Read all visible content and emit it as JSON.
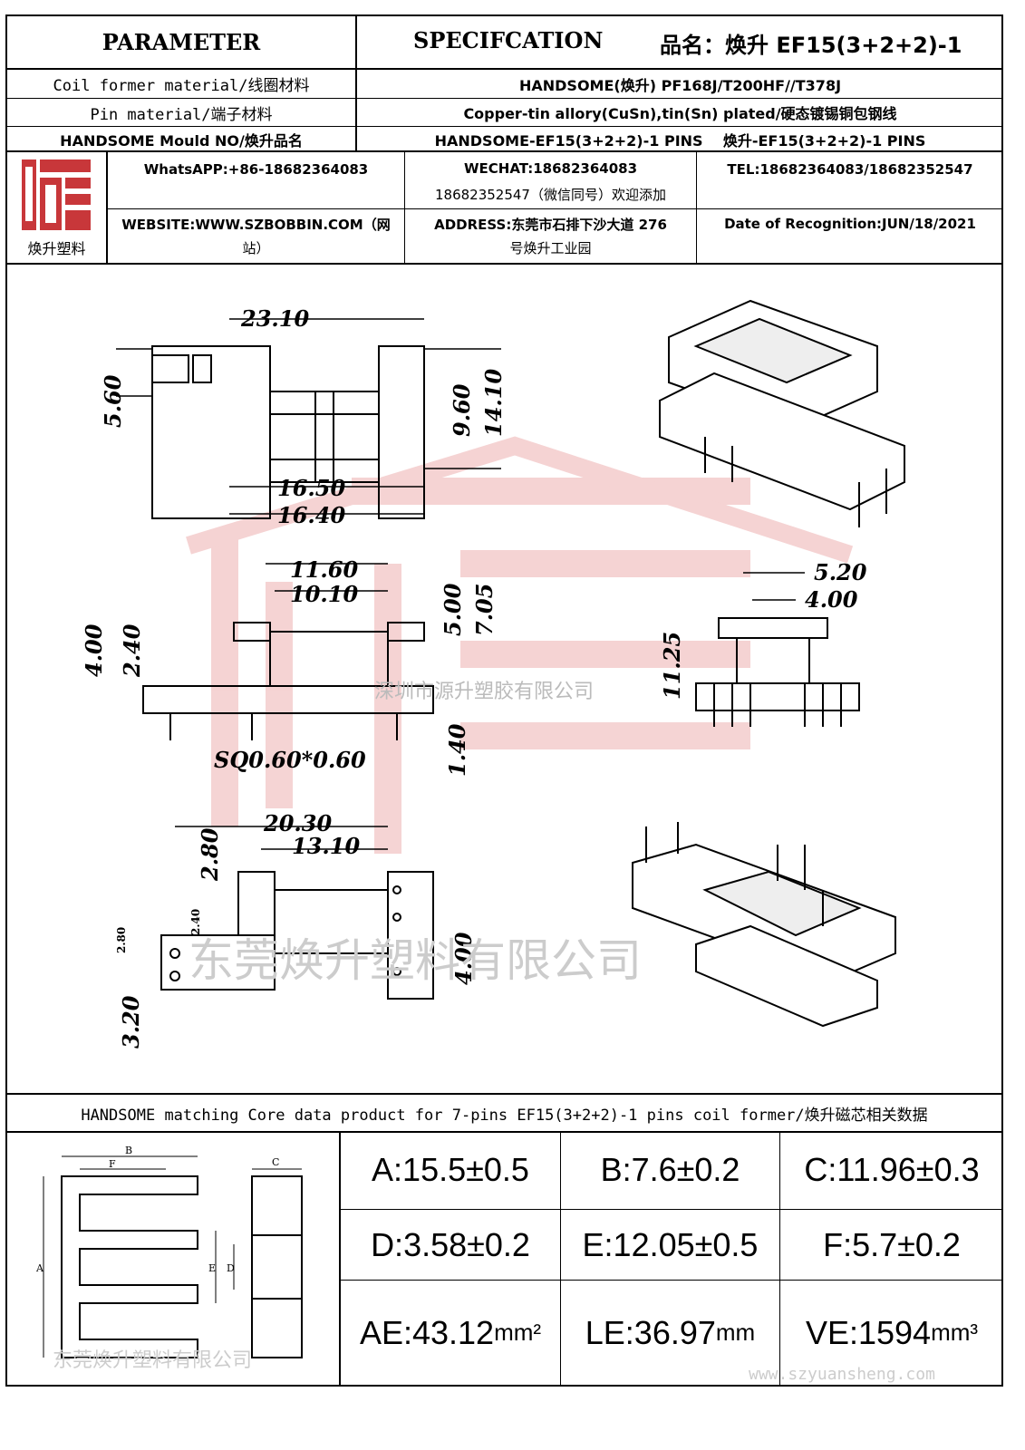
{
  "header": {
    "parameter": "PARAMETER",
    "specification": "SPECIFCATION",
    "product_name_label": "品名：",
    "product_name": "焕升 EF15(3+2+2)-1"
  },
  "params": [
    {
      "label": "Coil former material/线圈材料",
      "value": "HANDSOME(焕升)  PF168J/T200HF//T378J"
    },
    {
      "label": "Pin material/端子材料",
      "value": "Copper-tin allory(CuSn),tin(Sn) plated/硬态镀锡铜包钢线"
    },
    {
      "label": "HANDSOME Mould NO/焕升品名",
      "value": "HANDSOME-EF15(3+2+2)-1 PINS    焕升-EF15(3+2+2)-1 PINS"
    }
  ],
  "company": {
    "logo_caption": "焕升塑料",
    "whatsapp": "WhatsAPP:+86-18682364083",
    "wechat_line1": "WECHAT:18682364083",
    "wechat_line2": "18682352547（微信同号）欢迎添加",
    "tel": "TEL:18682364083/18682352547",
    "website_line1": "WEBSITE:WWW.SZBOBBIN.COM（网",
    "website_line2": "站）",
    "address_line1": "ADDRESS:东莞市石排下沙大道 276",
    "address_line2": "号焕升工业园",
    "date": "Date of Recognition:JUN/18/2021"
  },
  "drawing": {
    "dims": {
      "A": "23.10",
      "B": "5.60",
      "C": "9.60",
      "D": "14.10",
      "E": "16.50",
      "F": "16.40",
      "G": "11.60",
      "H": "10.10",
      "I": "4.00",
      "J": "2.40",
      "K": "5.00",
      "L": "7.05",
      "M": "SQ0.60*0.60",
      "M2": "1.40",
      "N": "5.20",
      "O": "4.00",
      "P": "11.25",
      "Q": "20.30",
      "R": "13.10",
      "S": "2.80",
      "S2": "2.40",
      "T": "2.80",
      "T2": "3.20",
      "U": "4.00"
    },
    "watermark1": "深圳市源升塑胶有限公司",
    "watermark2": "东莞焕升塑料有限公司"
  },
  "core": {
    "title": "HANDSOME matching Core data  product for 7-pins EF15(3+2+2)-1 pins coil former/焕升磁芯相关数据",
    "watermark": "东莞焕升塑料有限公司",
    "site_watermark": "www.szyuansheng.com",
    "values": [
      [
        "A:15.5±0.5",
        "B:7.6±0.2",
        "C:11.96±0.3"
      ],
      [
        "D:3.58±0.2",
        "E:12.05±0.5",
        "F:5.7±0.2"
      ]
    ],
    "ae": "AE:43.12",
    "ae_unit": "mm²",
    "le": "LE:36.97",
    "le_unit": "mm",
    "ve": "VE:1594",
    "ve_unit": "mm³"
  }
}
